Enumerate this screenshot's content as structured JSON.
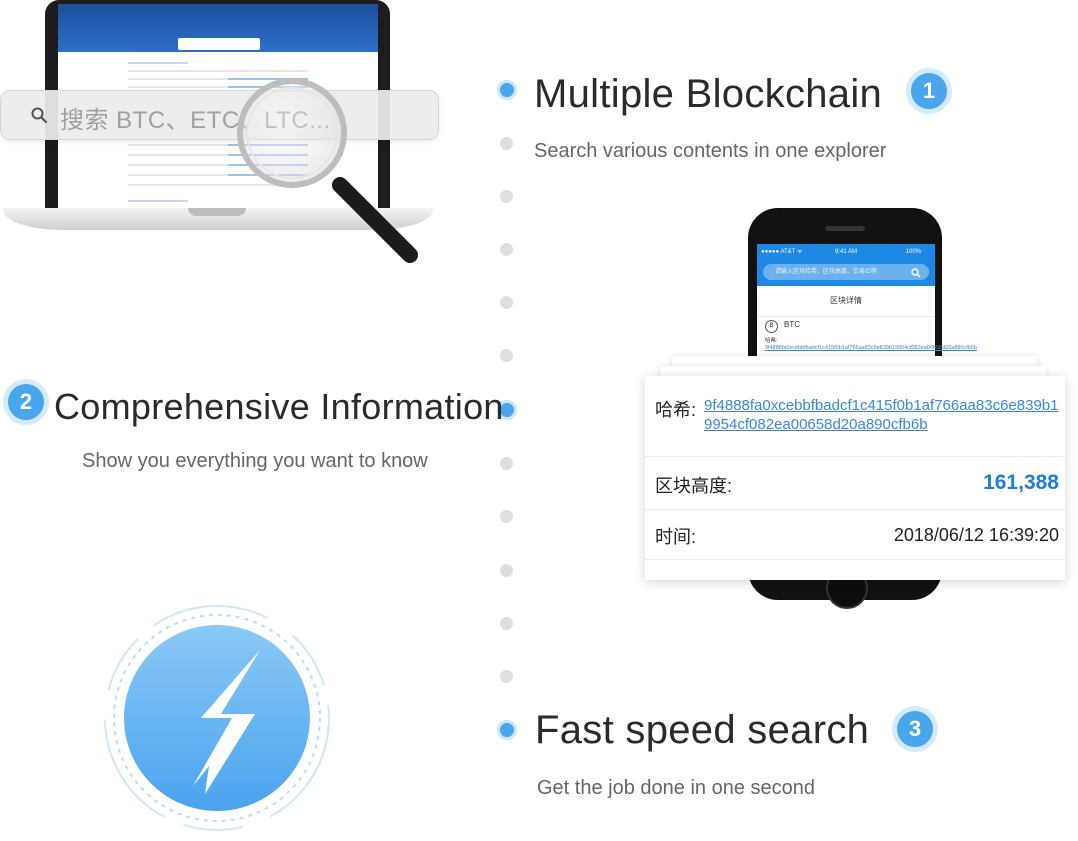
{
  "search": {
    "placeholder": "搜索 BTC、ETC、LTC..."
  },
  "features": [
    {
      "number": "1",
      "title": "Multiple Blockchain",
      "subtitle": "Search various contents in one explorer"
    },
    {
      "number": "2",
      "title": "Comprehensive Information",
      "subtitle": "Show you everything you want to know"
    },
    {
      "number": "3",
      "title": "Fast speed search",
      "subtitle": "Get the job done in one second"
    }
  ],
  "phone": {
    "status_left": "●●●●● AT&T ᯤ",
    "status_time": "9:41 AM",
    "status_battery": "100%",
    "search_placeholder": "请输入区块哈希、区块高度、交易ID等",
    "page_title": "区块详情",
    "coin": "BTC",
    "coin_letter": "B",
    "hash_label": "哈希:",
    "hash_value": "9f4888fa0xcebbfbadcf1c415f0b1af766aa83c6e839b19954cf082ea00658d20a890cfb6b"
  },
  "detail_card": {
    "hash_label": "哈希:",
    "hash_value": "9f4888fa0xcebbfbadcf1c415f0b1af766aa83c6e839b19954cf082ea00658d20a890cfb6b",
    "height_label": "区块高度:",
    "height_value": "161,388",
    "time_label": "时间:",
    "time_value": "2018/06/12 16:39:20"
  },
  "colors": {
    "accent": "#4aa6ec",
    "link": "#3a86d8",
    "height": "#1e7fd6"
  },
  "icons": [
    "search-icon",
    "magnifier-icon",
    "lightning-icon",
    "timeline-dot",
    "step-badge"
  ]
}
